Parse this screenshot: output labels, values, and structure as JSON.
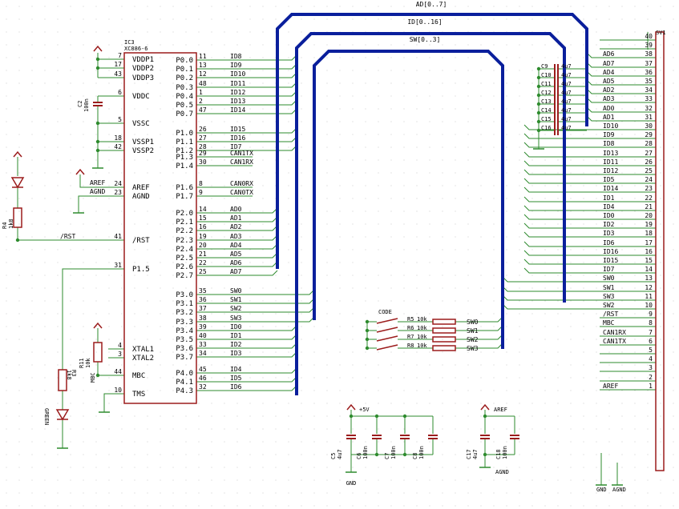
{
  "ic": {
    "ref": "IC3",
    "value": "XC886-6",
    "left_pins": [
      {
        "num": "7",
        "name": "VDDP1"
      },
      {
        "num": "17",
        "name": "VDDP2"
      },
      {
        "num": "43",
        "name": "VDDP3"
      },
      {
        "num": "6",
        "name": "VDDC"
      },
      {
        "num": "5",
        "name": "VSSC"
      },
      {
        "num": "18",
        "name": "VSSP1"
      },
      {
        "num": "42",
        "name": "VSSP2"
      },
      {
        "num": "24",
        "name": "AREF"
      },
      {
        "num": "23",
        "name": "AGND"
      },
      {
        "num": "41",
        "name": "/RST"
      },
      {
        "num": "31",
        "name": "P1.5"
      },
      {
        "num": "4",
        "name": "XTAL1"
      },
      {
        "num": "3",
        "name": "XTAL2"
      },
      {
        "num": "44",
        "name": "MBC"
      },
      {
        "num": "10",
        "name": "TMS"
      }
    ],
    "right_pins": [
      {
        "num": "11",
        "name": "P0.0",
        "net": "ID8"
      },
      {
        "num": "13",
        "name": "P0.1",
        "net": "ID9"
      },
      {
        "num": "12",
        "name": "P0.2",
        "net": "ID10"
      },
      {
        "num": "48",
        "name": "P0.3",
        "net": "ID11"
      },
      {
        "num": "1",
        "name": "P0.4",
        "net": "ID12"
      },
      {
        "num": "2",
        "name": "P0.5",
        "net": "ID13"
      },
      {
        "num": "47",
        "name": "P0.7",
        "net": "ID14"
      },
      {
        "num": "26",
        "name": "P1.0",
        "net": "ID15"
      },
      {
        "num": "27",
        "name": "P1.1",
        "net": "ID16"
      },
      {
        "num": "28",
        "name": "P1.2",
        "net": "ID7"
      },
      {
        "num": "29",
        "name": "P1.3",
        "net": "CAN1TX"
      },
      {
        "num": "30",
        "name": "P1.4",
        "net": "CAN1RX"
      },
      {
        "num": "8",
        "name": "P1.6",
        "net": "CAN0RX"
      },
      {
        "num": "9",
        "name": "P1.7",
        "net": "CAN0TX"
      },
      {
        "num": "14",
        "name": "P2.0",
        "net": "AD0"
      },
      {
        "num": "15",
        "name": "P2.1",
        "net": "AD1"
      },
      {
        "num": "16",
        "name": "P2.2",
        "net": "AD2"
      },
      {
        "num": "19",
        "name": "P2.3",
        "net": "AD3"
      },
      {
        "num": "20",
        "name": "P2.4",
        "net": "AD4"
      },
      {
        "num": "21",
        "name": "P2.5",
        "net": "AD5"
      },
      {
        "num": "22",
        "name": "P2.6",
        "net": "AD6"
      },
      {
        "num": "25",
        "name": "P2.7",
        "net": "AD7"
      },
      {
        "num": "35",
        "name": "P3.0",
        "net": "SW0"
      },
      {
        "num": "36",
        "name": "P3.1",
        "net": "SW1"
      },
      {
        "num": "37",
        "name": "P3.2",
        "net": "SW2"
      },
      {
        "num": "38",
        "name": "P3.3",
        "net": "SW3"
      },
      {
        "num": "39",
        "name": "P3.4",
        "net": "ID0"
      },
      {
        "num": "40",
        "name": "P3.5",
        "net": "ID1"
      },
      {
        "num": "33",
        "name": "P3.6",
        "net": "ID2"
      },
      {
        "num": "34",
        "name": "P3.7",
        "net": "ID3"
      },
      {
        "num": "45",
        "name": "P4.0",
        "net": "ID4"
      },
      {
        "num": "46",
        "name": "P4.1",
        "net": "ID5"
      },
      {
        "num": "32",
        "name": "P4.3",
        "net": "ID6"
      }
    ]
  },
  "buses": {
    "ad": "AD[0..7]",
    "id": "ID[0..16]",
    "sw": "SW[0..3]"
  },
  "nets": {
    "rst": "/RST",
    "aref": "AREF",
    "agnd": "AGND",
    "mbc": "MBC",
    "gnd": "GND",
    "v5": "+5V"
  },
  "connector": {
    "ref": "SV1",
    "pins": [
      {
        "num": "40",
        "net": ""
      },
      {
        "num": "39",
        "net": ""
      },
      {
        "num": "38",
        "net": "AD6"
      },
      {
        "num": "37",
        "net": "AD7"
      },
      {
        "num": "36",
        "net": "AD4"
      },
      {
        "num": "35",
        "net": "AD5"
      },
      {
        "num": "34",
        "net": "AD2"
      },
      {
        "num": "33",
        "net": "AD3"
      },
      {
        "num": "32",
        "net": "AD0"
      },
      {
        "num": "31",
        "net": "AD1"
      },
      {
        "num": "30",
        "net": "ID10"
      },
      {
        "num": "29",
        "net": "ID9"
      },
      {
        "num": "28",
        "net": "ID8"
      },
      {
        "num": "27",
        "net": "ID13"
      },
      {
        "num": "26",
        "net": "ID11"
      },
      {
        "num": "25",
        "net": "ID12"
      },
      {
        "num": "24",
        "net": "ID5"
      },
      {
        "num": "23",
        "net": "ID14"
      },
      {
        "num": "22",
        "net": "ID1"
      },
      {
        "num": "21",
        "net": "ID4"
      },
      {
        "num": "20",
        "net": "ID0"
      },
      {
        "num": "19",
        "net": "ID2"
      },
      {
        "num": "18",
        "net": "ID3"
      },
      {
        "num": "17",
        "net": "ID6"
      },
      {
        "num": "16",
        "net": "ID16"
      },
      {
        "num": "15",
        "net": "ID15"
      },
      {
        "num": "14",
        "net": "ID7"
      },
      {
        "num": "13",
        "net": "SW0"
      },
      {
        "num": "12",
        "net": "SW1"
      },
      {
        "num": "11",
        "net": "SW3"
      },
      {
        "num": "10",
        "net": "SW2"
      },
      {
        "num": "9",
        "net": "/RST"
      },
      {
        "num": "8",
        "net": "MBC"
      },
      {
        "num": "7",
        "net": "CAN1RX"
      },
      {
        "num": "6",
        "net": "CAN1TX"
      },
      {
        "num": "5",
        "net": ""
      },
      {
        "num": "4",
        "net": ""
      },
      {
        "num": "3",
        "net": ""
      },
      {
        "num": "2",
        "net": ""
      },
      {
        "num": "1",
        "net": "AREF"
      }
    ],
    "bottom_labels": [
      "GND",
      "AGND"
    ]
  },
  "filter_caps": {
    "refs": [
      "C9",
      "C10",
      "C11",
      "C12",
      "C13",
      "C14",
      "C15",
      "C16"
    ],
    "value": "4u7"
  },
  "code_switch": {
    "title": "CODE",
    "resistors": [
      "R5",
      "R6",
      "R7",
      "R8"
    ],
    "value": "10k",
    "nets": [
      "SW0",
      "SW1",
      "SW2",
      "SW3"
    ]
  },
  "power_caps": [
    {
      "ref": "C5",
      "value": "4u7"
    },
    {
      "ref": "C6",
      "value": "100n"
    },
    {
      "ref": "C7",
      "value": "100n"
    },
    {
      "ref": "C8",
      "value": "100n"
    }
  ],
  "aref_caps": [
    {
      "ref": "C17",
      "value": "4u7"
    },
    {
      "ref": "C18",
      "value": "100n"
    }
  ],
  "vddc_cap": {
    "ref": "C2",
    "value": "100n"
  },
  "r4": {
    "ref": "R4",
    "value": "1k8"
  },
  "r3": {
    "ref": "R3",
    "value": "1k8"
  },
  "r11": {
    "ref": "R11",
    "value": "10k"
  },
  "led": {
    "label": "GREEN"
  }
}
